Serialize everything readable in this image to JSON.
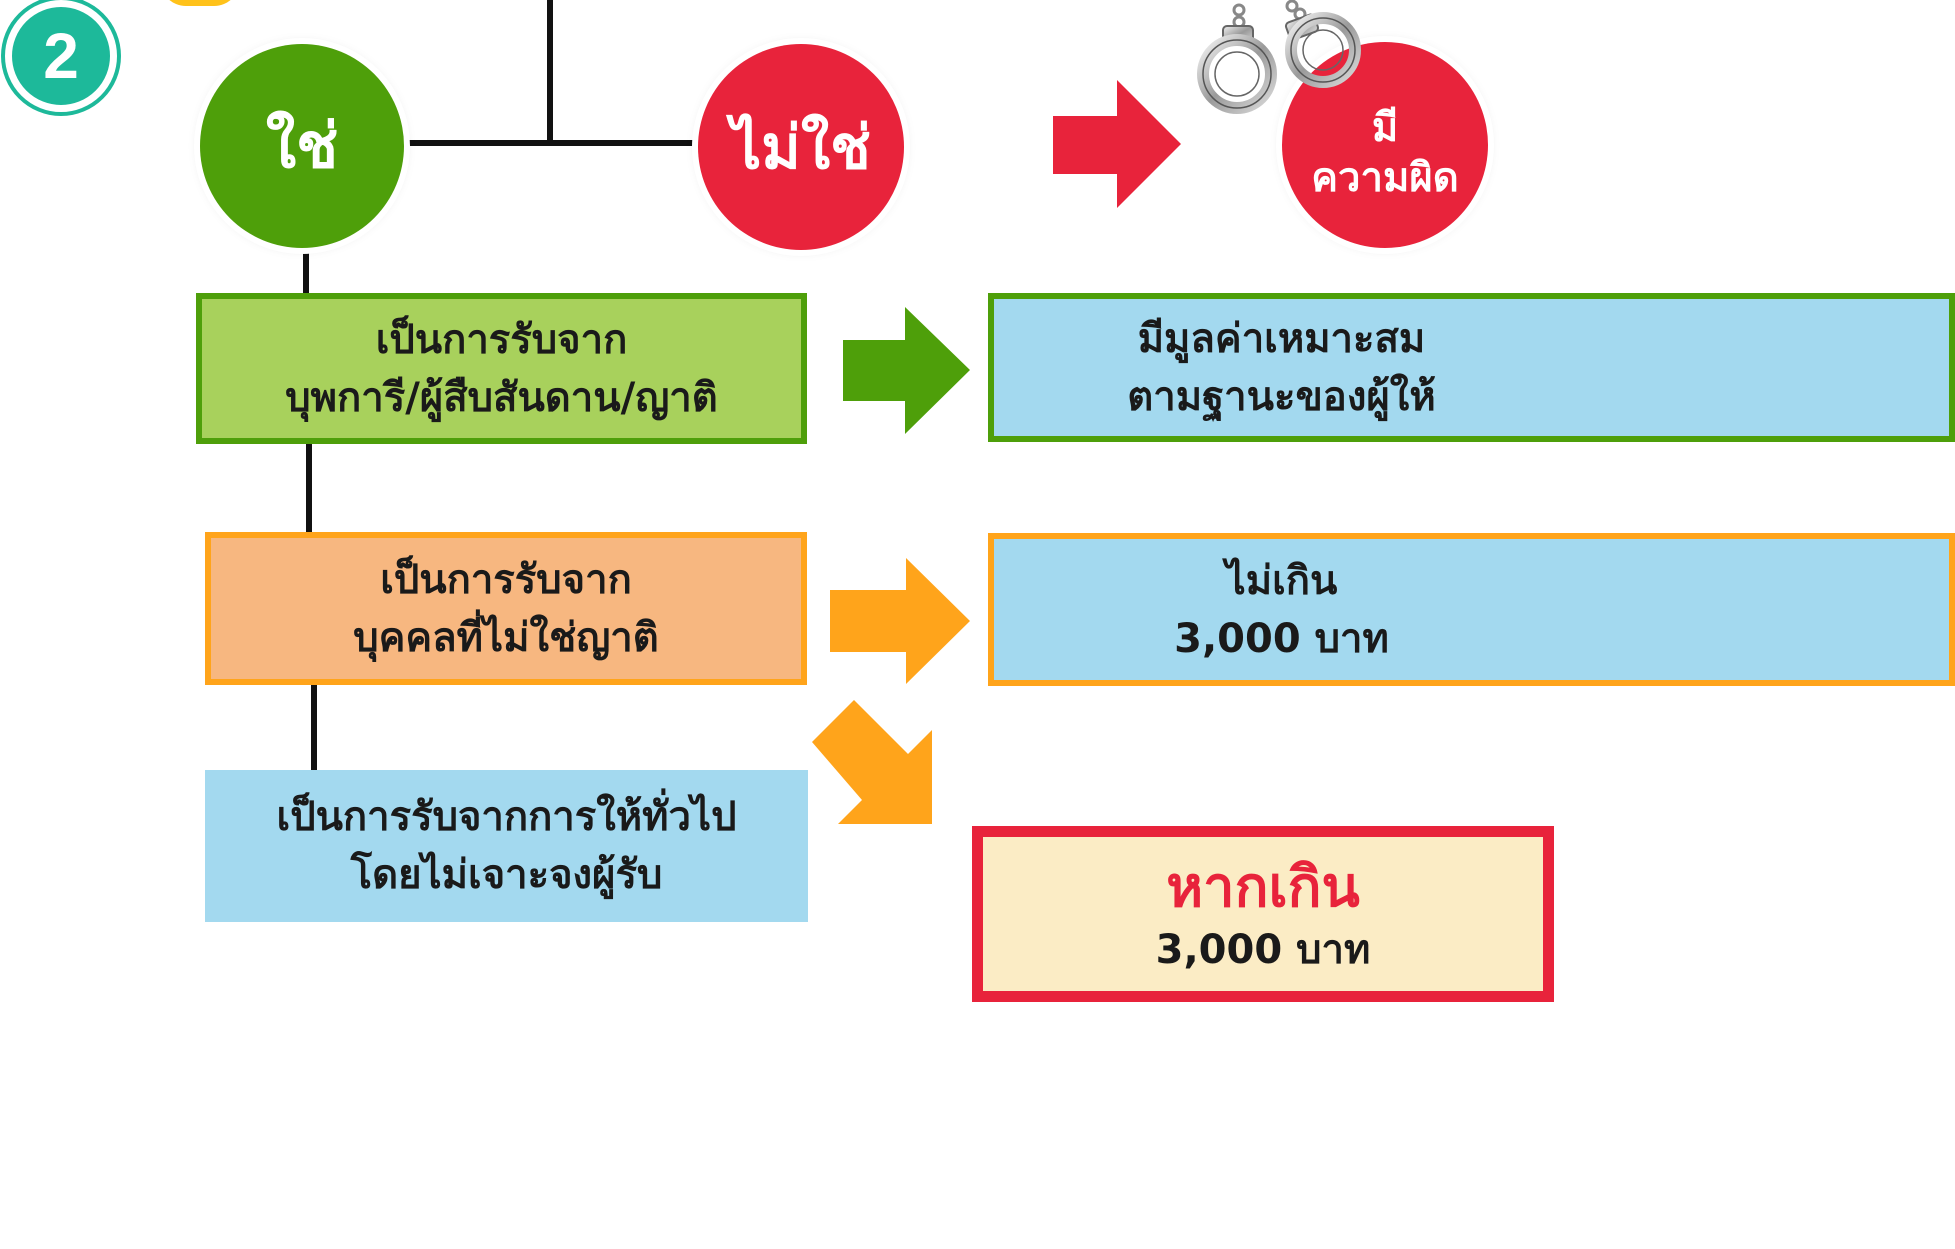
{
  "step_badge": "2",
  "decision": {
    "yes_label": "ใช่",
    "no_label": "ไม่ใช่"
  },
  "guilty": {
    "line1": "มี",
    "line2": "ความผิด",
    "icon": "handcuffs-icon"
  },
  "rows": [
    {
      "source_line1": "เป็นการรับจาก",
      "source_line2": "บุพการี/ผู้สืบสันดาน/ญาติ",
      "result_line1": "มีมูลค่าเหมาะสม",
      "result_line2": "ตามฐานะของผู้ให้"
    },
    {
      "source_line1": "เป็นการรับจาก",
      "source_line2": "บุคคลที่ไม่ใช่ญาติ",
      "result_line1": "ไม่เกิน",
      "result_line2": "3,000 บาท"
    },
    {
      "source_line1": "เป็นการรับจากการให้ทั่วไป",
      "source_line2": "โดยไม่เจาะจงผู้รับ",
      "result_line1": "หากเกิน",
      "result_line2": "3,000 บาท"
    }
  ],
  "colors": {
    "teal": "#1db99a",
    "green": "#4e9f0a",
    "light_green": "#a8d15c",
    "red": "#e8233b",
    "orange": "#ffa41b",
    "peach": "#f7b780",
    "light_blue": "#a3d9ef",
    "cream": "#fbecc5"
  }
}
